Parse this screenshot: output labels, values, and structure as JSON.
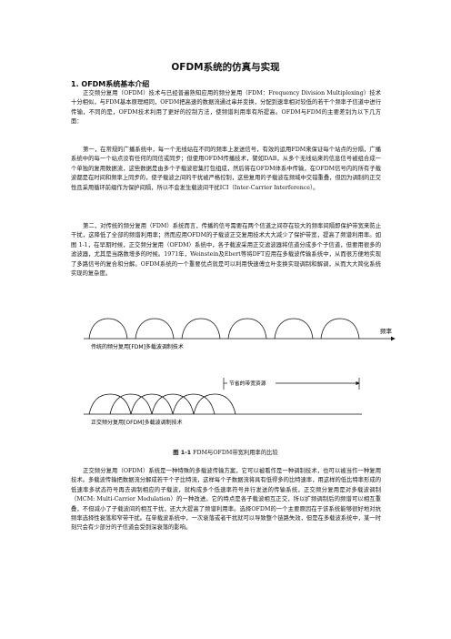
{
  "title": "OFDM系统的仿真与实现",
  "section1": {
    "heading": "1. OFDM系统基本介绍"
  },
  "paragraphs": {
    "p1": "正交频分复用（OFDM）技术与已经普遍熟知应用的频分复用（FDM：Frequency Division Multiplexing）技术十分相似，与FDM基本原理相同，OFDM把高速的数据流通过串并变换，分配到速率相对较低的若干个频率子信道中进行传输，不同的是，OFDM技术利用了更好的控制方法，使频谱利用率有所提高。OFDM与FDM的主要差别为以下几方面：",
    "p2": "第一，在常规的广播系统中，每一个无线站在不同的频率上发送信号，有效的运用FDM来保证每个站点的分隔，广播系统中的每一个站点没有任何的同信或同步；但使用OFDM传播技术，譬如DAB，从多个无线站来的信息信号被组合成一个单独的复用数据流，这些数据是由多个子载波密集打包组成，然后将在OFDM体系中传输，在OFDM信号内的所有子载波都是在时间和频率上同步的，使子载波之间的干扰被严格控制，这些复用的子载波在频域中交错重叠，但因为调制的正交性且采用循环前缀作为保护间隔，所以不会发生载波间干扰ICI（Inter-Carrier Interference）。",
    "p3": "第二，对传统的频分复用（FDM）系统而言，传播的信号需要在两个信道之间存在较大的频率间隔即保护带宽来防止干扰，这降低了全部的频谱利用率；然而应用OFDM的子载波正交复用技术大大减少了保护带宽，提高了频谱利用率。如图 1-1，在早期时候，正交频分复用（OFDM）系统中，各子载波采用正交滤波器将信道分成多个子信道，但要用很多的滤波器，尤其是当路数增多的时候。1971年，Weinstein及Ebert等将DFT应用在多载波传输系统中，从而很方便地实现了多路信号的复合和分解。OFDM系统的一个重要优点就是可以利用快速傅立叶变换实现调制和解调，从而大大简化系统实现的复杂度。",
    "p4": "正交频分复用（OFDM）系统是一种特殊的多载波传输方案，它可以被看作是一种调制技术，也可以被当作一种复用技术。多载波传输把数据流分解成若干个子比特流，这样每个子数据流将具有低得多的比特速率，用这样的低比特率形成的低速率多状态符号再去调制相应的子载波，就构成多个低速率符号并行发送的传输系统，正交频分复用是对多载波调制（MCM: Multi-Carrier Modulation）的一种改进。它的特点是各子载波相互正交，所以扩频调制后的频谱可以相互重叠，不但减小了子载波间的相互干扰，还大大提高了频谱利用率。选择OFDM的一个主要原因在于该系统能够很好地对抗频率选择性衰落和窄带干扰。在单载波系统中，一次衰落或者干扰就可以导致整个链路失效，但是在多载波系统中，某一时刻只会有少部分的子信道会受到深衰落的影响。"
  },
  "figure": {
    "caption_label": "图 1-1",
    "caption_text": "FDM与OFDM带宽利用率的比较",
    "axis_label": "频率",
    "fdm_label": "传统的频分复用[FDM]多载波调制技术",
    "saving_label": "节省的带宽资源",
    "ofdm_label": "正交频分复用[OFDM]多载波调制技术"
  }
}
